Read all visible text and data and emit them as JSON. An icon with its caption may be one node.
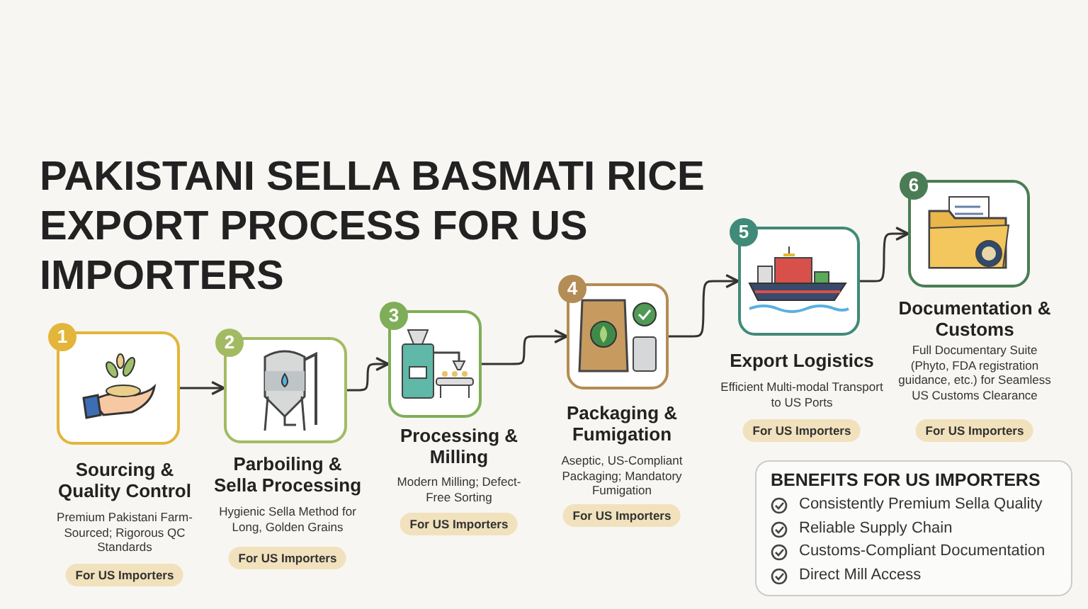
{
  "diagram": {
    "title": "PAKISTANI SELLA BASMATI RICE EXPORT PROCESS FOR US IMPORTERS",
    "nodes": [
      {
        "text": [
          "1",
          "Sourcing & Quality Control",
          "Premium Pakistani Farm-Sourced; Rigorous QC Standards",
          "For US Importers"
        ]
      },
      {
        "text": [
          "2",
          "Parboiling & Sella Processing",
          "Hygienic Sella Method for Long, Golden Grains",
          "For US Importers"
        ]
      },
      {
        "text": [
          "3",
          "Processing & Milling",
          "Modern Milling; Defect-Free Sorting",
          "For US Importers"
        ]
      },
      {
        "text": [
          "4",
          "Packaging & Fumigation",
          "Aseptic, US-Compliant Packaging; Mandatory Fumigation",
          "For US Importers"
        ]
      },
      {
        "text": [
          "5",
          "Export Logistics",
          "Efficient Multi-modal Transport to US Ports",
          "For US Importers"
        ]
      },
      {
        "text": [
          "6",
          "Documentation & Customs",
          "Full Documentary Suite (Phyto, FDA registration guidance, etc.) for Seamless US Customs Clearance",
          "For US Importers"
        ]
      },
      {
        "text": [
          "BENEFITS FOR US IMPORTERS",
          "Consistently Premium Sella Quality",
          "Reliable Supply Chain",
          "Customs-Compliant Documentation",
          "Direct Mill Access"
        ]
      }
    ],
    "edges": [
      {
        "from": 0,
        "to": 1,
        "arrow": "to"
      },
      {
        "from": 1,
        "to": 2,
        "arrow": "to"
      },
      {
        "from": 2,
        "to": 3,
        "arrow": "to"
      },
      {
        "from": 3,
        "to": 4,
        "arrow": "to"
      },
      {
        "from": 4,
        "to": 5,
        "arrow": "to"
      }
    ]
  }
}
